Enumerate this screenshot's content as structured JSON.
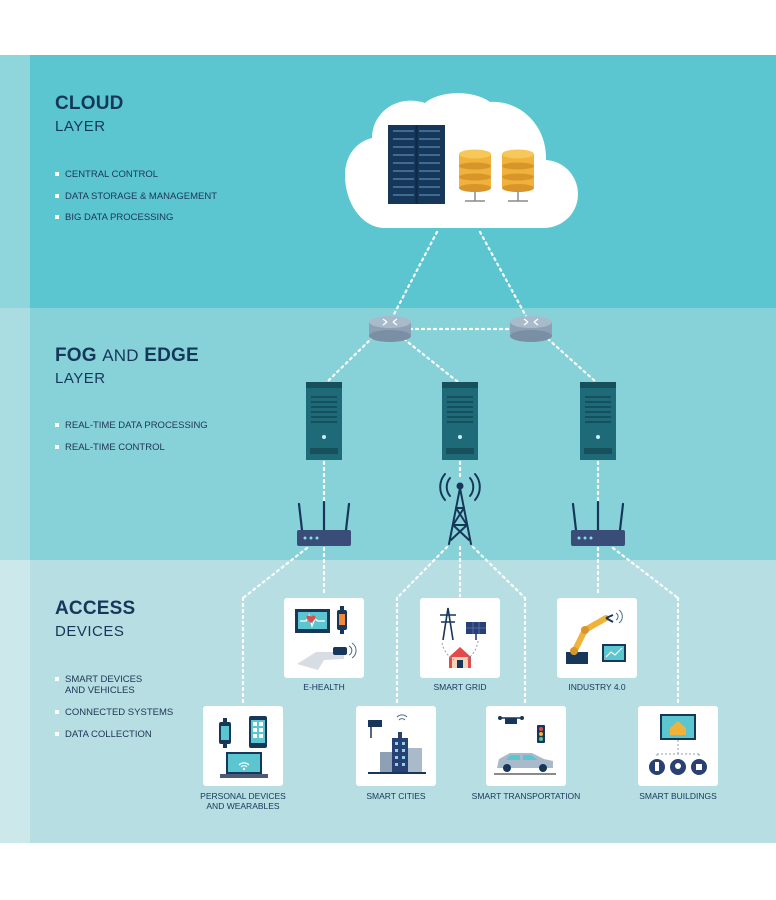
{
  "cloud_layer": {
    "title": "CLOUD",
    "subtitle": "LAYER",
    "bullets": [
      "CENTRAL CONTROL",
      "DATA STORAGE & MANAGEMENT",
      "BIG DATA PROCESSING"
    ]
  },
  "fog_layer": {
    "title_a": "FOG",
    "title_and": "AND",
    "title_b": "EDGE",
    "subtitle": "LAYER",
    "bullets": [
      "REAL-TIME DATA PROCESSING",
      "REAL-TIME CONTROL"
    ]
  },
  "access_layer": {
    "title": "ACCESS",
    "subtitle": "DEVICES",
    "bullets": [
      "SMART DEVICES",
      "AND VEHICLES",
      "CONNECTED SYSTEMS",
      "DATA COLLECTION"
    ]
  },
  "devices": [
    {
      "label": "E-HEALTH"
    },
    {
      "label": "SMART GRID"
    },
    {
      "label": "INDUSTRY 4.0"
    },
    {
      "label_line1": "PERSONAL DEVICES",
      "label_line2": "AND WEARABLES"
    },
    {
      "label": "SMART CITIES"
    },
    {
      "label": "SMART TRANSPORTATION"
    },
    {
      "label": "SMART  BUILDINGS"
    }
  ],
  "colors": {
    "cloud_band": "#5bc6d0",
    "fog_band": "#87d2d9",
    "access_band": "#b7dee2",
    "cloud_stripe": "#8fd6dc",
    "fog_stripe": "#a9dde2",
    "access_stripe": "#cde8eb",
    "text_dark": "#16375a",
    "server_teal": "#1f6a78"
  }
}
